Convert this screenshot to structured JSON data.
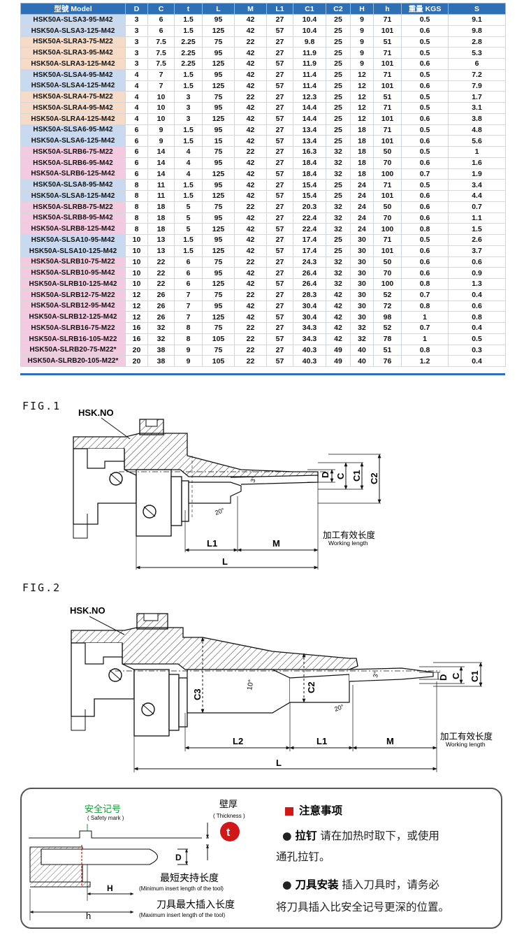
{
  "table": {
    "headers": [
      "型號 Model",
      "D",
      "C",
      "t",
      "L",
      "M",
      "L1",
      "C1",
      "C2",
      "H",
      "h",
      "重量 KGS",
      "S"
    ],
    "rows": [
      {
        "c": "blue",
        "cells": [
          "HSK50A-SLSA3-95-M42",
          "3",
          "6",
          "1.5",
          "95",
          "42",
          "27",
          "10.4",
          "25",
          "9",
          "71",
          "0.5",
          "9.1"
        ]
      },
      {
        "c": "blue",
        "cells": [
          "HSK50A-SLSA3-125-M42",
          "3",
          "6",
          "1.5",
          "125",
          "42",
          "57",
          "10.4",
          "25",
          "9",
          "101",
          "0.6",
          "9.8"
        ]
      },
      {
        "c": "peach",
        "cells": [
          "HSK50A-SLRA3-75-M22",
          "3",
          "7.5",
          "2.25",
          "75",
          "22",
          "27",
          "9.8",
          "25",
          "9",
          "51",
          "0.5",
          "2.8"
        ]
      },
      {
        "c": "peach",
        "cells": [
          "HSK50A-SLRA3-95-M42",
          "3",
          "7.5",
          "2.25",
          "95",
          "42",
          "27",
          "11.9",
          "25",
          "9",
          "71",
          "0.5",
          "5.3"
        ]
      },
      {
        "c": "peach",
        "cells": [
          "HSK50A-SLRA3-125-M42",
          "3",
          "7.5",
          "2.25",
          "125",
          "42",
          "57",
          "11.9",
          "25",
          "9",
          "101",
          "0.6",
          "6"
        ]
      },
      {
        "c": "blue",
        "cells": [
          "HSK50A-SLSA4-95-M42",
          "4",
          "7",
          "1.5",
          "95",
          "42",
          "27",
          "11.4",
          "25",
          "12",
          "71",
          "0.5",
          "7.2"
        ]
      },
      {
        "c": "blue",
        "cells": [
          "HSK50A-SLSA4-125-M42",
          "4",
          "7",
          "1.5",
          "125",
          "42",
          "57",
          "11.4",
          "25",
          "12",
          "101",
          "0.6",
          "7.9"
        ]
      },
      {
        "c": "peach",
        "cells": [
          "HSK50A-SLRA4-75-M22",
          "4",
          "10",
          "3",
          "75",
          "22",
          "27",
          "12.3",
          "25",
          "12",
          "51",
          "0.5",
          "1.7"
        ]
      },
      {
        "c": "peach",
        "cells": [
          "HSK50A-SLRA4-95-M42",
          "4",
          "10",
          "3",
          "95",
          "42",
          "27",
          "14.4",
          "25",
          "12",
          "71",
          "0.5",
          "3.1"
        ]
      },
      {
        "c": "peach",
        "cells": [
          "HSK50A-SLRA4-125-M42",
          "4",
          "10",
          "3",
          "125",
          "42",
          "57",
          "14.4",
          "25",
          "12",
          "101",
          "0.6",
          "3.8"
        ]
      },
      {
        "c": "blue",
        "cells": [
          "HSK50A-SLSA6-95-M42",
          "6",
          "9",
          "1.5",
          "95",
          "42",
          "27",
          "13.4",
          "25",
          "18",
          "71",
          "0.5",
          "4.8"
        ]
      },
      {
        "c": "blue",
        "cells": [
          "HSK50A-SLSA6-125-M42",
          "6",
          "9",
          "1.5",
          "15",
          "42",
          "57",
          "13.4",
          "25",
          "18",
          "101",
          "0.6",
          "5.6"
        ]
      },
      {
        "c": "pink",
        "cells": [
          "HSK50A-SLRB6-75-M22",
          "6",
          "14",
          "4",
          "75",
          "22",
          "27",
          "16.3",
          "32",
          "18",
          "50",
          "0.5",
          "1"
        ]
      },
      {
        "c": "pink",
        "cells": [
          "HSK50A-SLRB6-95-M42",
          "6",
          "14",
          "4",
          "95",
          "42",
          "27",
          "18.4",
          "32",
          "18",
          "70",
          "0.6",
          "1.6"
        ]
      },
      {
        "c": "pink",
        "cells": [
          "HSK50A-SLRB6-125-M42",
          "6",
          "14",
          "4",
          "125",
          "42",
          "57",
          "18.4",
          "32",
          "18",
          "100",
          "0.7",
          "1.9"
        ]
      },
      {
        "c": "blue",
        "cells": [
          "HSK50A-SLSA8-95-M42",
          "8",
          "11",
          "1.5",
          "95",
          "42",
          "27",
          "15.4",
          "25",
          "24",
          "71",
          "0.5",
          "3.4"
        ]
      },
      {
        "c": "blue",
        "cells": [
          "HSK50A-SLSA8-125-M42",
          "8",
          "11",
          "1.5",
          "125",
          "42",
          "57",
          "15.4",
          "25",
          "24",
          "101",
          "0.6",
          "4.4"
        ]
      },
      {
        "c": "pink",
        "cells": [
          "HSK50A-SLRB8-75-M22",
          "8",
          "18",
          "5",
          "75",
          "22",
          "27",
          "20.3",
          "32",
          "24",
          "50",
          "0.6",
          "0.7"
        ]
      },
      {
        "c": "pink",
        "cells": [
          "HSK50A-SLRB8-95-M42",
          "8",
          "18",
          "5",
          "95",
          "42",
          "27",
          "22.4",
          "32",
          "24",
          "70",
          "0.6",
          "1.1"
        ]
      },
      {
        "c": "pink",
        "cells": [
          "HSK50A-SLRB8-125-M42",
          "8",
          "18",
          "5",
          "125",
          "42",
          "57",
          "22.4",
          "32",
          "24",
          "100",
          "0.8",
          "1.5"
        ]
      },
      {
        "c": "blue",
        "cells": [
          "HSK50A-SLSA10-95-M42",
          "10",
          "13",
          "1.5",
          "95",
          "42",
          "27",
          "17.4",
          "25",
          "30",
          "71",
          "0.5",
          "2.6"
        ]
      },
      {
        "c": "blue",
        "cells": [
          "HSK50A-SLSA10-125-M42",
          "10",
          "13",
          "1.5",
          "125",
          "42",
          "57",
          "17.4",
          "25",
          "30",
          "101",
          "0.6",
          "3.7"
        ]
      },
      {
        "c": "pink",
        "cells": [
          "HSK50A-SLRB10-75-M22",
          "10",
          "22",
          "6",
          "75",
          "22",
          "27",
          "24.3",
          "32",
          "30",
          "50",
          "0.6",
          "0.6"
        ]
      },
      {
        "c": "pink",
        "cells": [
          "HSK50A-SLRB10-95-M42",
          "10",
          "22",
          "6",
          "95",
          "42",
          "27",
          "26.4",
          "32",
          "30",
          "70",
          "0.6",
          "0.9"
        ]
      },
      {
        "c": "pink",
        "cells": [
          "HSK50A-SLRB10-125-M42",
          "10",
          "22",
          "6",
          "125",
          "42",
          "57",
          "26.4",
          "32",
          "30",
          "100",
          "0.8",
          "1.3"
        ]
      },
      {
        "c": "pink",
        "cells": [
          "HSK50A-SLRB12-75-M22",
          "12",
          "26",
          "7",
          "75",
          "22",
          "27",
          "28.3",
          "42",
          "30",
          "52",
          "0.7",
          "0.4"
        ]
      },
      {
        "c": "pink",
        "cells": [
          "HSK50A-SLRB12-95-M42",
          "12",
          "26",
          "7",
          "95",
          "42",
          "27",
          "30.4",
          "42",
          "30",
          "72",
          "0.8",
          "0.6"
        ]
      },
      {
        "c": "pink",
        "cells": [
          "HSK50A-SLRB12-125-M42",
          "12",
          "26",
          "7",
          "125",
          "42",
          "57",
          "30.4",
          "42",
          "30",
          "98",
          "1",
          "0.8"
        ]
      },
      {
        "c": "pink",
        "cells": [
          "HSK50A-SLRB16-75-M22",
          "16",
          "32",
          "8",
          "75",
          "22",
          "27",
          "34.3",
          "42",
          "32",
          "52",
          "0.7",
          "0.4"
        ]
      },
      {
        "c": "pink",
        "cells": [
          "HSK50A-SLRB16-105-M22",
          "16",
          "32",
          "8",
          "105",
          "22",
          "57",
          "34.3",
          "42",
          "32",
          "78",
          "1",
          "0.5"
        ]
      },
      {
        "c": "pink",
        "cells": [
          "HSK50A-SLRB20-75-M22*",
          "20",
          "38",
          "9",
          "75",
          "22",
          "27",
          "40.3",
          "49",
          "40",
          "51",
          "0.8",
          "0.3"
        ]
      },
      {
        "c": "pink",
        "cells": [
          "HSK50A-SLRB20-105-M22*",
          "20",
          "38",
          "9",
          "105",
          "22",
          "57",
          "40.3",
          "49",
          "40",
          "76",
          "1.2",
          "0.4"
        ]
      }
    ]
  },
  "fig1": {
    "label": "FIG.1",
    "hsk_no": "HSK.NO",
    "dims": {
      "D": "D",
      "C": "C",
      "C1": "C1",
      "C2": "C2",
      "L1": "L1",
      "M": "M",
      "L": "L",
      "angle3": "3°",
      "angle20": "20°"
    },
    "working_length_cn": "加工有效长度",
    "working_length_en": "Working length"
  },
  "fig2": {
    "label": "FIG.2",
    "hsk_no": "HSK.NO",
    "dims": {
      "D": "D",
      "C": "C",
      "C1": "C1",
      "C2": "C2",
      "C3": "C3",
      "L1": "L1",
      "L2": "L2",
      "M": "M",
      "L": "L",
      "angle3": "3°",
      "angle10": "10°",
      "angle20": "20°"
    },
    "working_length_cn": "加工有效长度",
    "working_length_en": "Working length"
  },
  "notes": {
    "safety_mark_cn": "安全记号",
    "safety_mark_en": "( Safety mark )",
    "thickness_cn": "壁厚",
    "thickness_en": "( Thickness )",
    "t_badge": "t",
    "D": "D",
    "H": "H",
    "h": "h",
    "min_len_cn": "最短夹持长度",
    "min_len_en": "(Minimum insert length of the tool)",
    "max_len_cn": "刀具最大插入长度",
    "max_len_en": "(Maximum insert length of the tool)",
    "title": "注意事项",
    "item1_head": "拉钉",
    "item1_line1": "请在加热时取下，或使用",
    "item1_line2": "通孔拉钉。",
    "item2_head": "刀具安装",
    "item2_line1": "插入刀具时，请务必",
    "item2_line2": "将刀具插入比安全记号更深的位置。",
    "colors": {
      "table_header": "#2f6fb5",
      "safety_green": "#1a9a3a",
      "badge_red": "#d01818",
      "title_red": "#d01818"
    }
  }
}
